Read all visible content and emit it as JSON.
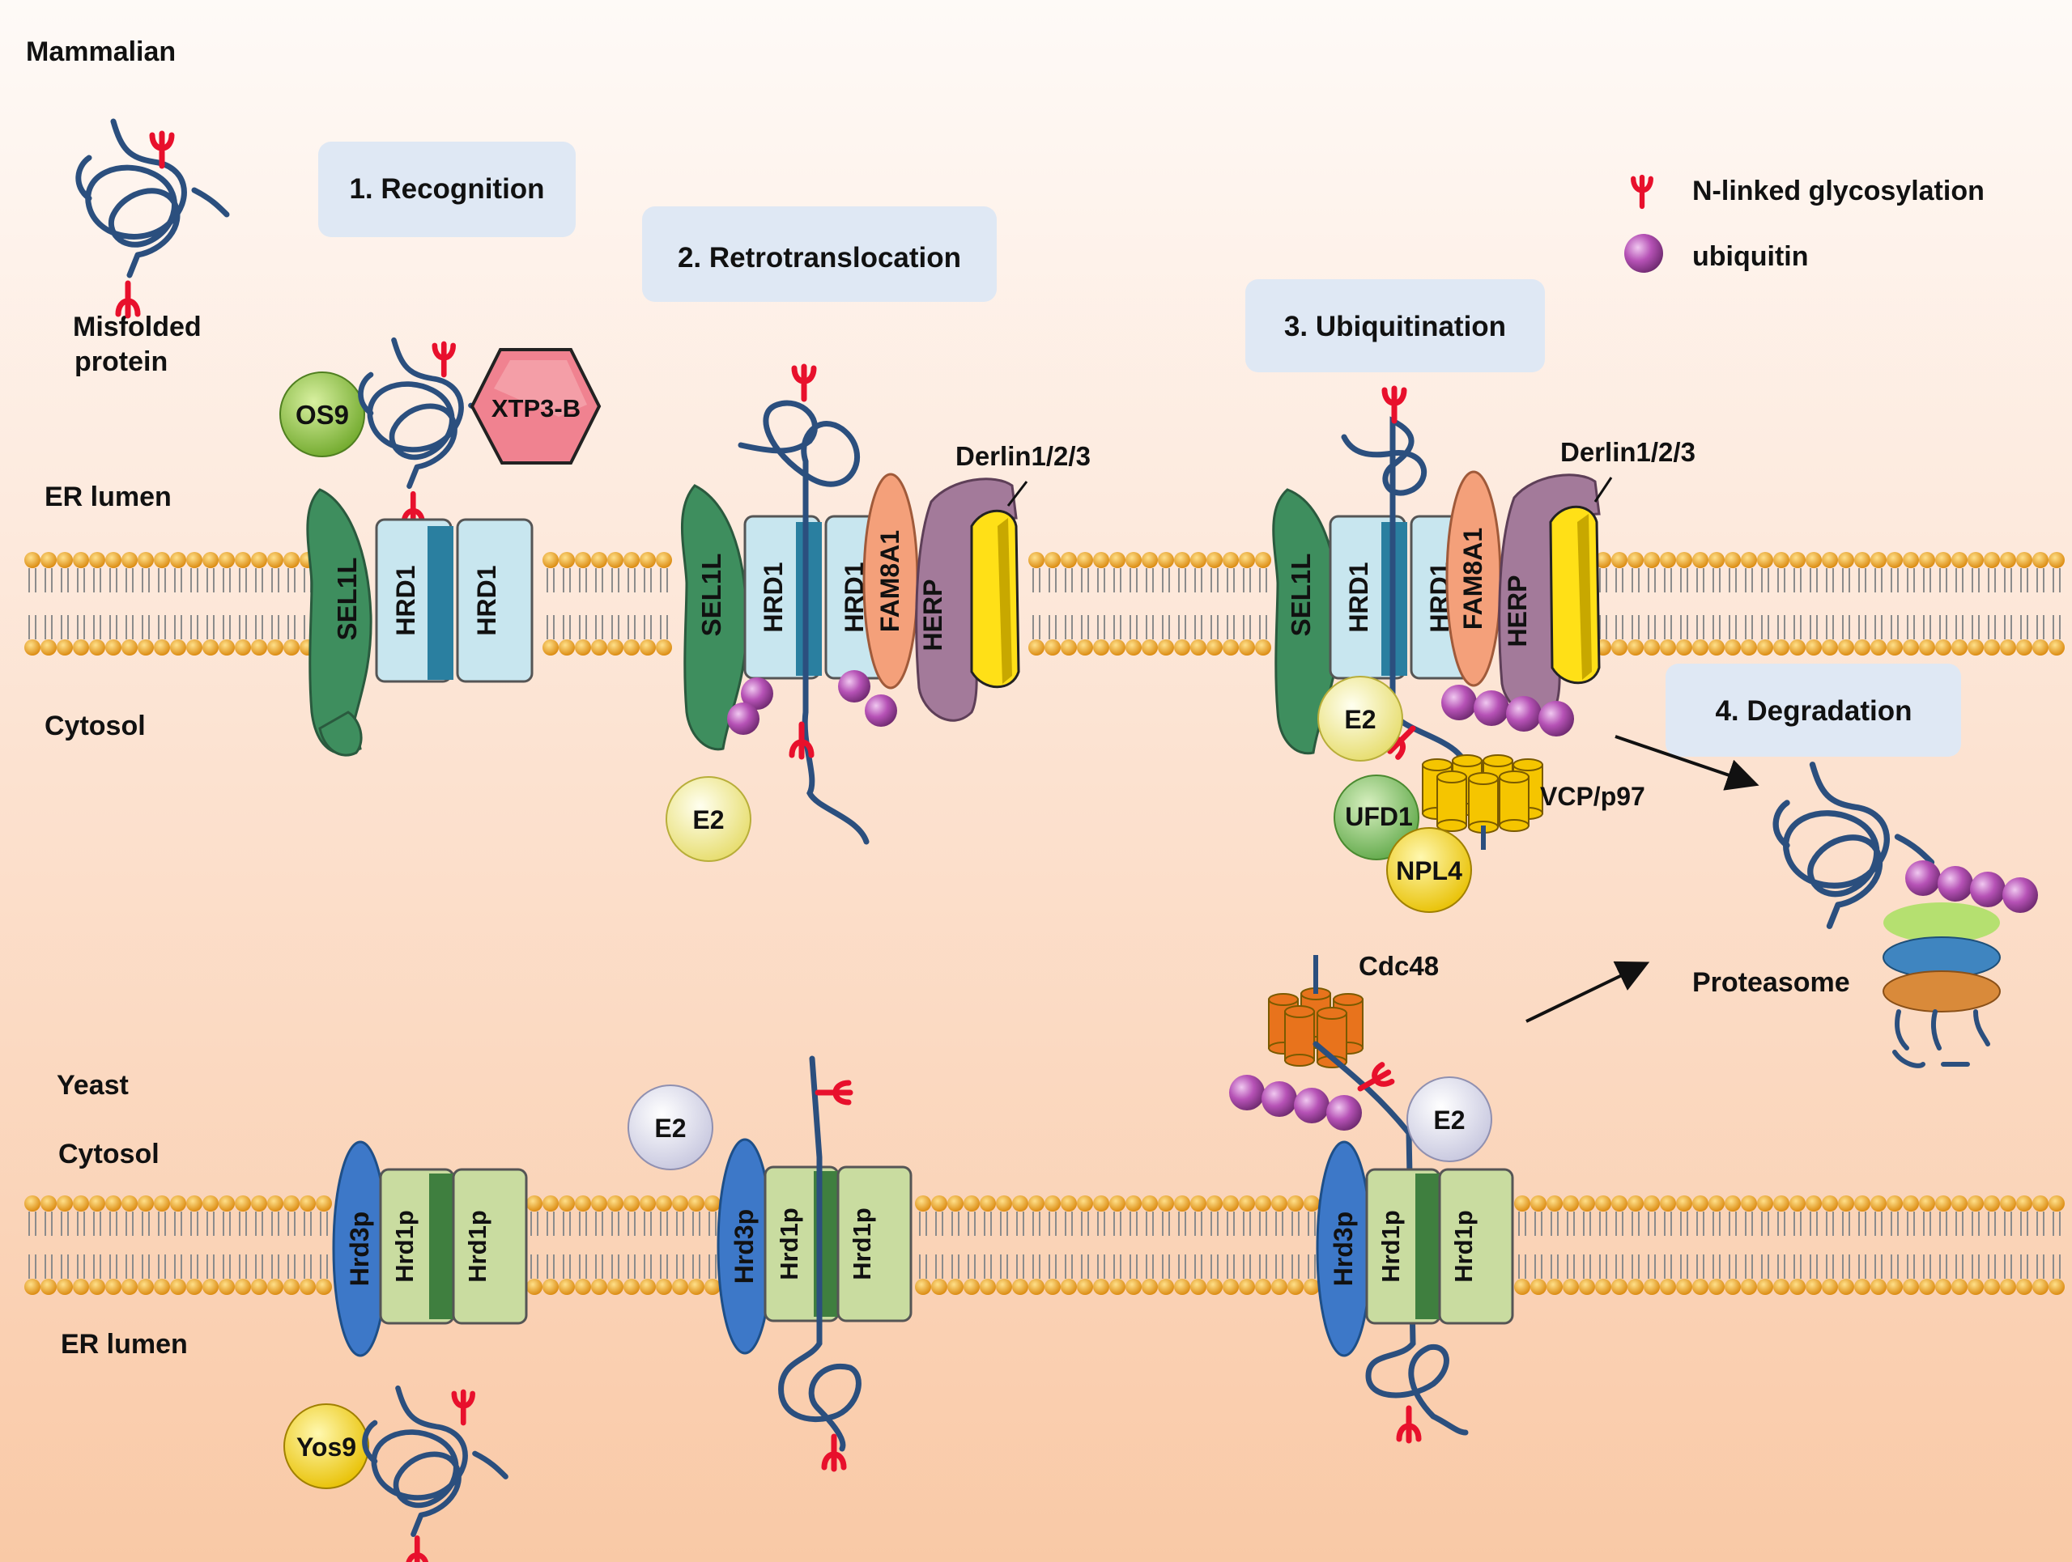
{
  "colors": {
    "background_top": "#fefaf7",
    "background_bottom": "#f9c9a6",
    "membrane_head": "#f0a11e",
    "membrane_tail": "#8c8c8c",
    "protein_chain": "#2b4f7e",
    "glycan": "#e8102c",
    "ubiquitin": "#b652b6",
    "step_box": "#dfe8f4",
    "sel1l": "#3e8e5e",
    "hrd1": "#c8e6ef",
    "hrd1_core": "#2a7fa0",
    "fam8a1": "#f4a07a",
    "herp": "#a37a9a",
    "derlin": "#ffe017",
    "os9": "#8cc43c",
    "xtp3b": "#f08290",
    "e2_yellow": "#f6f0a0",
    "e2_lavender": "#e9e9f6",
    "vcp": "#f5c500",
    "ufd1": "#8ec86a",
    "npl4": "#fdd835",
    "hrd3p": "#3d78c8",
    "hrd1p": "#c9dca0",
    "cdc48": "#e8731c",
    "yos9": "#f5e000",
    "proteasome_top": "#b5e070",
    "proteasome_mid": "#3f85c0",
    "proteasome_bot": "#d98a3a"
  },
  "labels": {
    "mammalian": "Mammalian",
    "yeast": "Yeast",
    "misfolded_line1": "Misfolded",
    "misfolded_line2": "protein",
    "er_lumen_top": "ER lumen",
    "cytosol_top": "Cytosol",
    "cytosol_bottom": "Cytosol",
    "er_lumen_bottom": "ER lumen",
    "proteasome": "Proteasome"
  },
  "steps": {
    "recognition": "1. Recognition",
    "retrotranslocation": "2. Retrotranslocation",
    "ubiquitination": "3. Ubiquitination",
    "degradation": "4. Degradation"
  },
  "legend": {
    "glycosylation": "N-linked glycosylation",
    "ubiquitin": "ubiquitin"
  },
  "proteins": {
    "os9": "OS9",
    "xtp3b": "XTP3-B",
    "sel1l": "SEL1L",
    "hrd1": "HRD1",
    "fam8a1": "FAM8A1",
    "herp": "HERP",
    "derlin": "Derlin1/2/3",
    "e2": "E2",
    "ufd1": "UFD1",
    "npl4": "NPL4",
    "vcp": "VCP/p97",
    "cdc48": "Cdc48",
    "hrd3p": "Hrd3p",
    "hrd1p": "Hrd1p",
    "yos9": "Yos9"
  }
}
